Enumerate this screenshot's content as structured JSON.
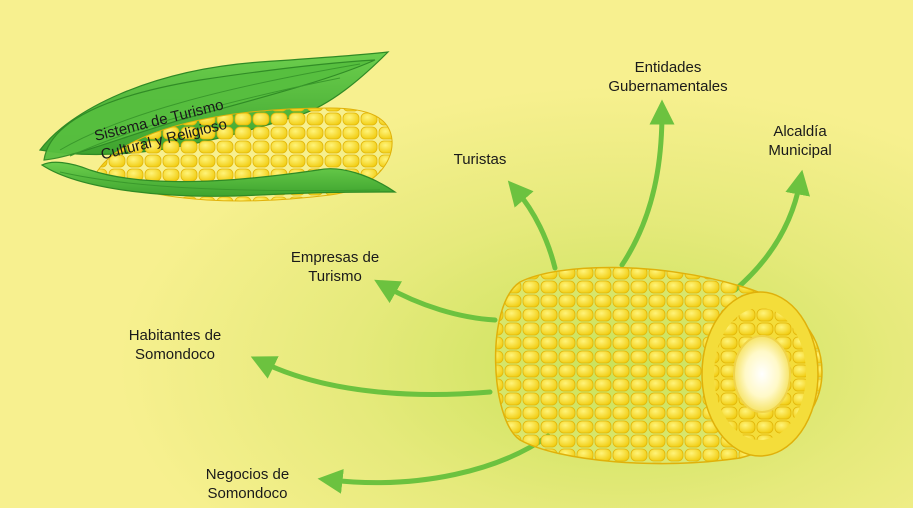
{
  "title_corn": {
    "line1": "Sistema de Turismo",
    "line2": "Cultural y Religioso"
  },
  "stakeholders": [
    {
      "id": "entidades",
      "line1": "Entidades",
      "line2": "Gubernamentales"
    },
    {
      "id": "turistas",
      "line1": "Turistas",
      "line2": ""
    },
    {
      "id": "alcaldia",
      "line1": "Alcaldía",
      "line2": "Municipal"
    },
    {
      "id": "empresas",
      "line1": "Empresas de",
      "line2": "Turismo"
    },
    {
      "id": "habitantes",
      "line1": "Habitantes de",
      "line2": "Somondoco"
    },
    {
      "id": "negocios",
      "line1": "Negocios de",
      "line2": "Somondoco"
    }
  ],
  "colors": {
    "background": "#f6ef8e",
    "arrow": "#6cc23f",
    "husk": "#4fb43a",
    "kernel": "#f7de22"
  }
}
